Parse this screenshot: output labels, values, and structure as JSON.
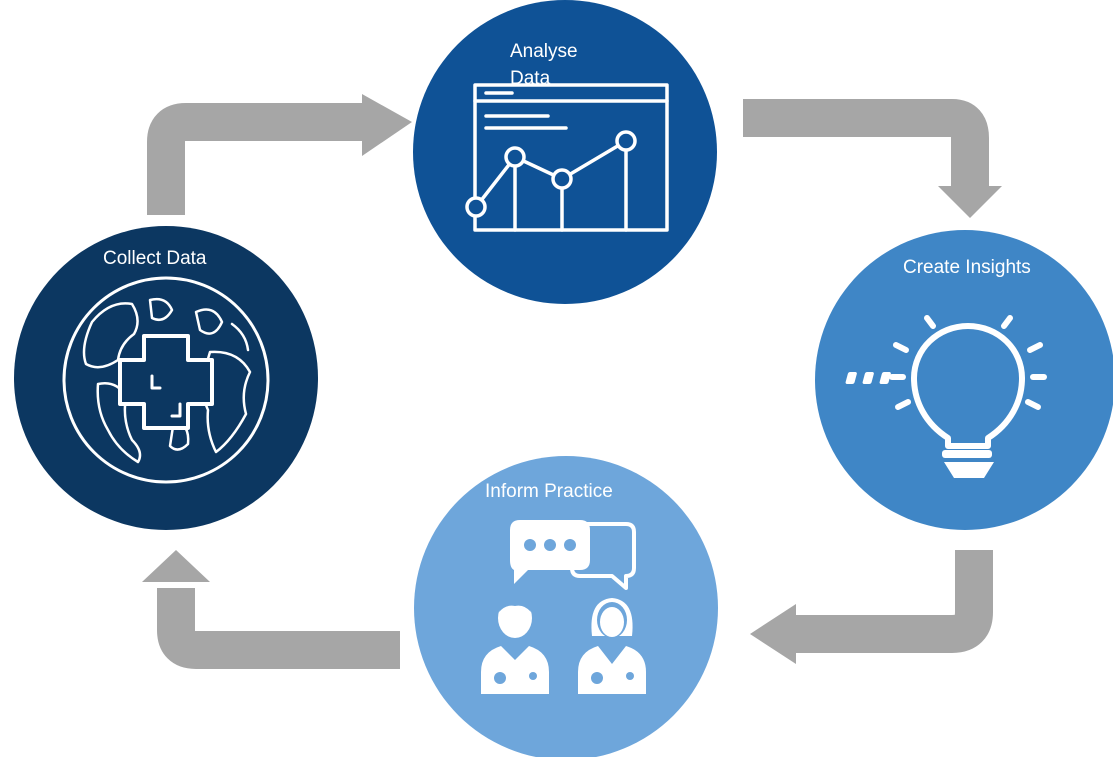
{
  "colors": {
    "background": "#ffffff",
    "arrow": "#a6a6a6",
    "icon": "#ffffff"
  },
  "nodes": [
    {
      "id": "analyse",
      "label_lines": [
        "Analyse",
        "Data"
      ],
      "color": "#0f5296",
      "icon": "line-chart-icon"
    },
    {
      "id": "insights",
      "label_lines": [
        "Create Insights"
      ],
      "color": "#3f86c6",
      "icon": "lightbulb-icon"
    },
    {
      "id": "practice",
      "label_lines": [
        "Inform Practice"
      ],
      "color": "#6ea6db",
      "icon": "doctors-chat-icon"
    },
    {
      "id": "collect",
      "label_lines": [
        "Collect Data"
      ],
      "color": "#0c3761",
      "icon": "globe-medical-cross-icon"
    }
  ],
  "arrows": [
    {
      "from": "collect",
      "to": "analyse"
    },
    {
      "from": "analyse",
      "to": "insights"
    },
    {
      "from": "insights",
      "to": "practice"
    },
    {
      "from": "practice",
      "to": "collect"
    }
  ]
}
